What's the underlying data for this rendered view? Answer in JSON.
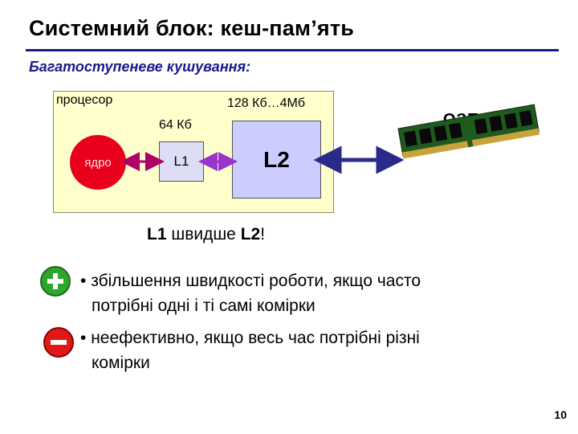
{
  "slide": {
    "title": "Системний блок: кеш-пам’ять",
    "subtitle": "Багатоступеневе кушування:",
    "page_number": "10"
  },
  "diagram": {
    "processor_label": "процесор",
    "core_label": "ядро",
    "l1_size": "64 Кб",
    "l1_label": "L1",
    "l2_size": "128 Кб…4Мб",
    "l2_label": "L2",
    "ram_label": "ОЗП"
  },
  "note": {
    "l1": "L1",
    "middle": " швидше ",
    "l2": "L2",
    "end": "!"
  },
  "bullets": {
    "plus_line1": "збільшення швидкості роботи, якщо часто",
    "plus_line2": "потрібні одні і ті самі комірки",
    "minus_line1": "неефективно, якщо весь час потрібні різні",
    "minus_line2": "комірки"
  },
  "colors": {
    "title_rule": "#1b1b8a",
    "processor_fill": "#ffffcc",
    "core_fill": "#e8001c",
    "l1_fill": "#ddddf5",
    "l2_fill": "#ccccff",
    "arrow_core_l1": "#b0006a",
    "arrow_l1_l2": "#9933cc",
    "arrow_l2_ram": "#2a2a8a",
    "plus_icon": "#2ea52e",
    "minus_icon": "#e01818"
  }
}
